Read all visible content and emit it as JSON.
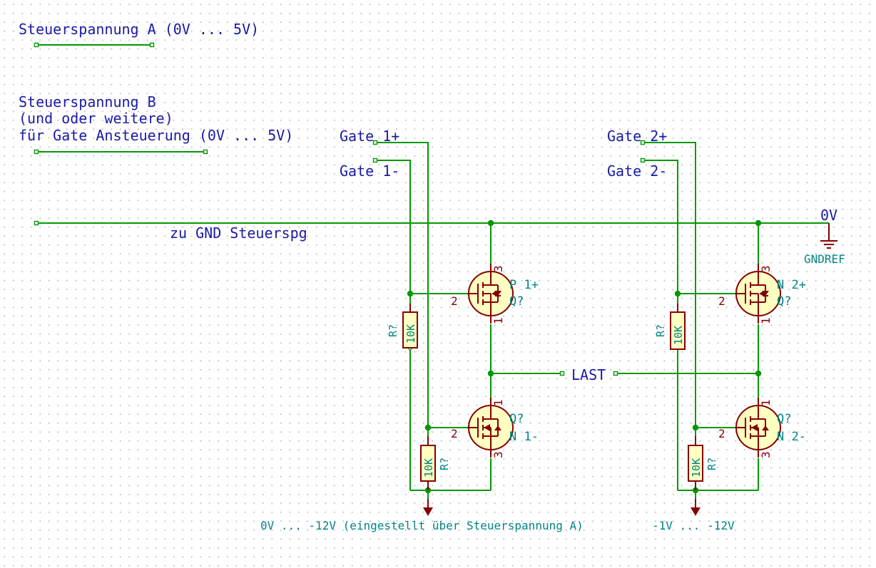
{
  "labels": {
    "steuer_a": "Steuerspannung A (0V ... 5V)",
    "steuer_b_line1": "Steuerspannung B",
    "steuer_b_line2": "(und oder weitere)",
    "steuer_b_line3": "für Gate Ansteuerung (0V ... 5V)",
    "gnd_steuer": "zu GND Steuerspg",
    "gate_1_plus": "Gate 1+",
    "gate_1_minus": "Gate 1-",
    "gate_2_plus": "Gate 2+",
    "gate_2_minus": "Gate 2-",
    "zero_v": "0V",
    "gndref": "GNDREF",
    "last": "LAST",
    "supply_1": "0V ... -12V  (eingestellt über Steuerspannung A)",
    "supply_2": "-1V ... -12V"
  },
  "components": {
    "q_p1": {
      "value": "P 1+",
      "ref": "Q?"
    },
    "q_n1": {
      "value": "N 1-",
      "ref": "Q?"
    },
    "q_n2p": {
      "value": "N 2+",
      "ref": "Q?"
    },
    "q_n2m": {
      "value": "N 2-",
      "ref": "Q?"
    },
    "r_g1p": {
      "value": "10K",
      "ref": "R?"
    },
    "r_g1m": {
      "value": "10K",
      "ref": "R?"
    },
    "r_g2p": {
      "value": "10K",
      "ref": "R?"
    },
    "r_g2m": {
      "value": "10K",
      "ref": "R?"
    }
  },
  "pins": {
    "gate": "2",
    "drain_top": "3",
    "source_bottom": "1",
    "drain_low_top": "1",
    "source_low_bottom": "3"
  },
  "colors": {
    "wire": "#009900",
    "symbol": "#840000",
    "symbol_fill": "#ffffc2",
    "label_text": "#1a1aa6",
    "field_text": "#008484",
    "grid": "#c4c4c4"
  }
}
